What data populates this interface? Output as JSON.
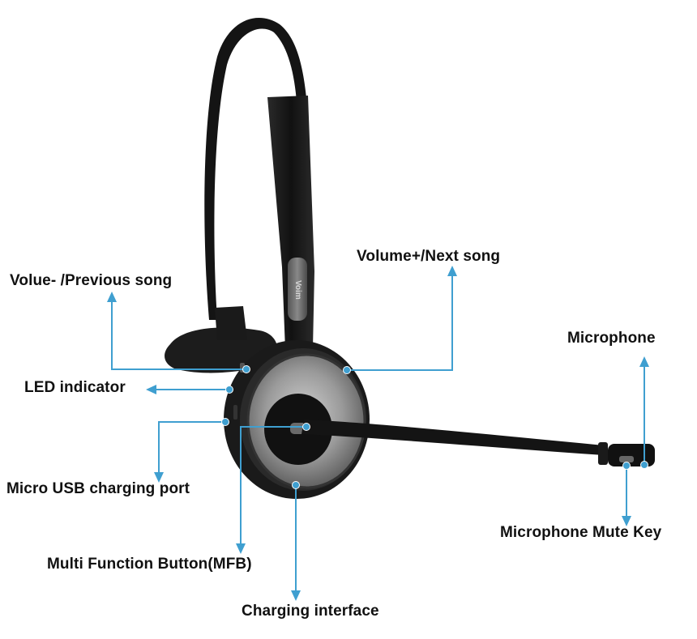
{
  "device": {
    "brand_text": "Voim"
  },
  "colors": {
    "accent": "#3f9fd0",
    "headset_body": "#161616",
    "ear_cup_metal": "#8a8a8a"
  },
  "labels": {
    "volume_down": "Volue- /Previous song",
    "volume_up": "Volume+/Next song",
    "microphone": "Microphone",
    "led_indicator": "LED indicator",
    "micro_usb": "Micro USB charging port",
    "mfb": "Multi Function Button(MFB)",
    "charging_interface": "Charging interface",
    "mute_key": "Microphone Mute Key"
  }
}
